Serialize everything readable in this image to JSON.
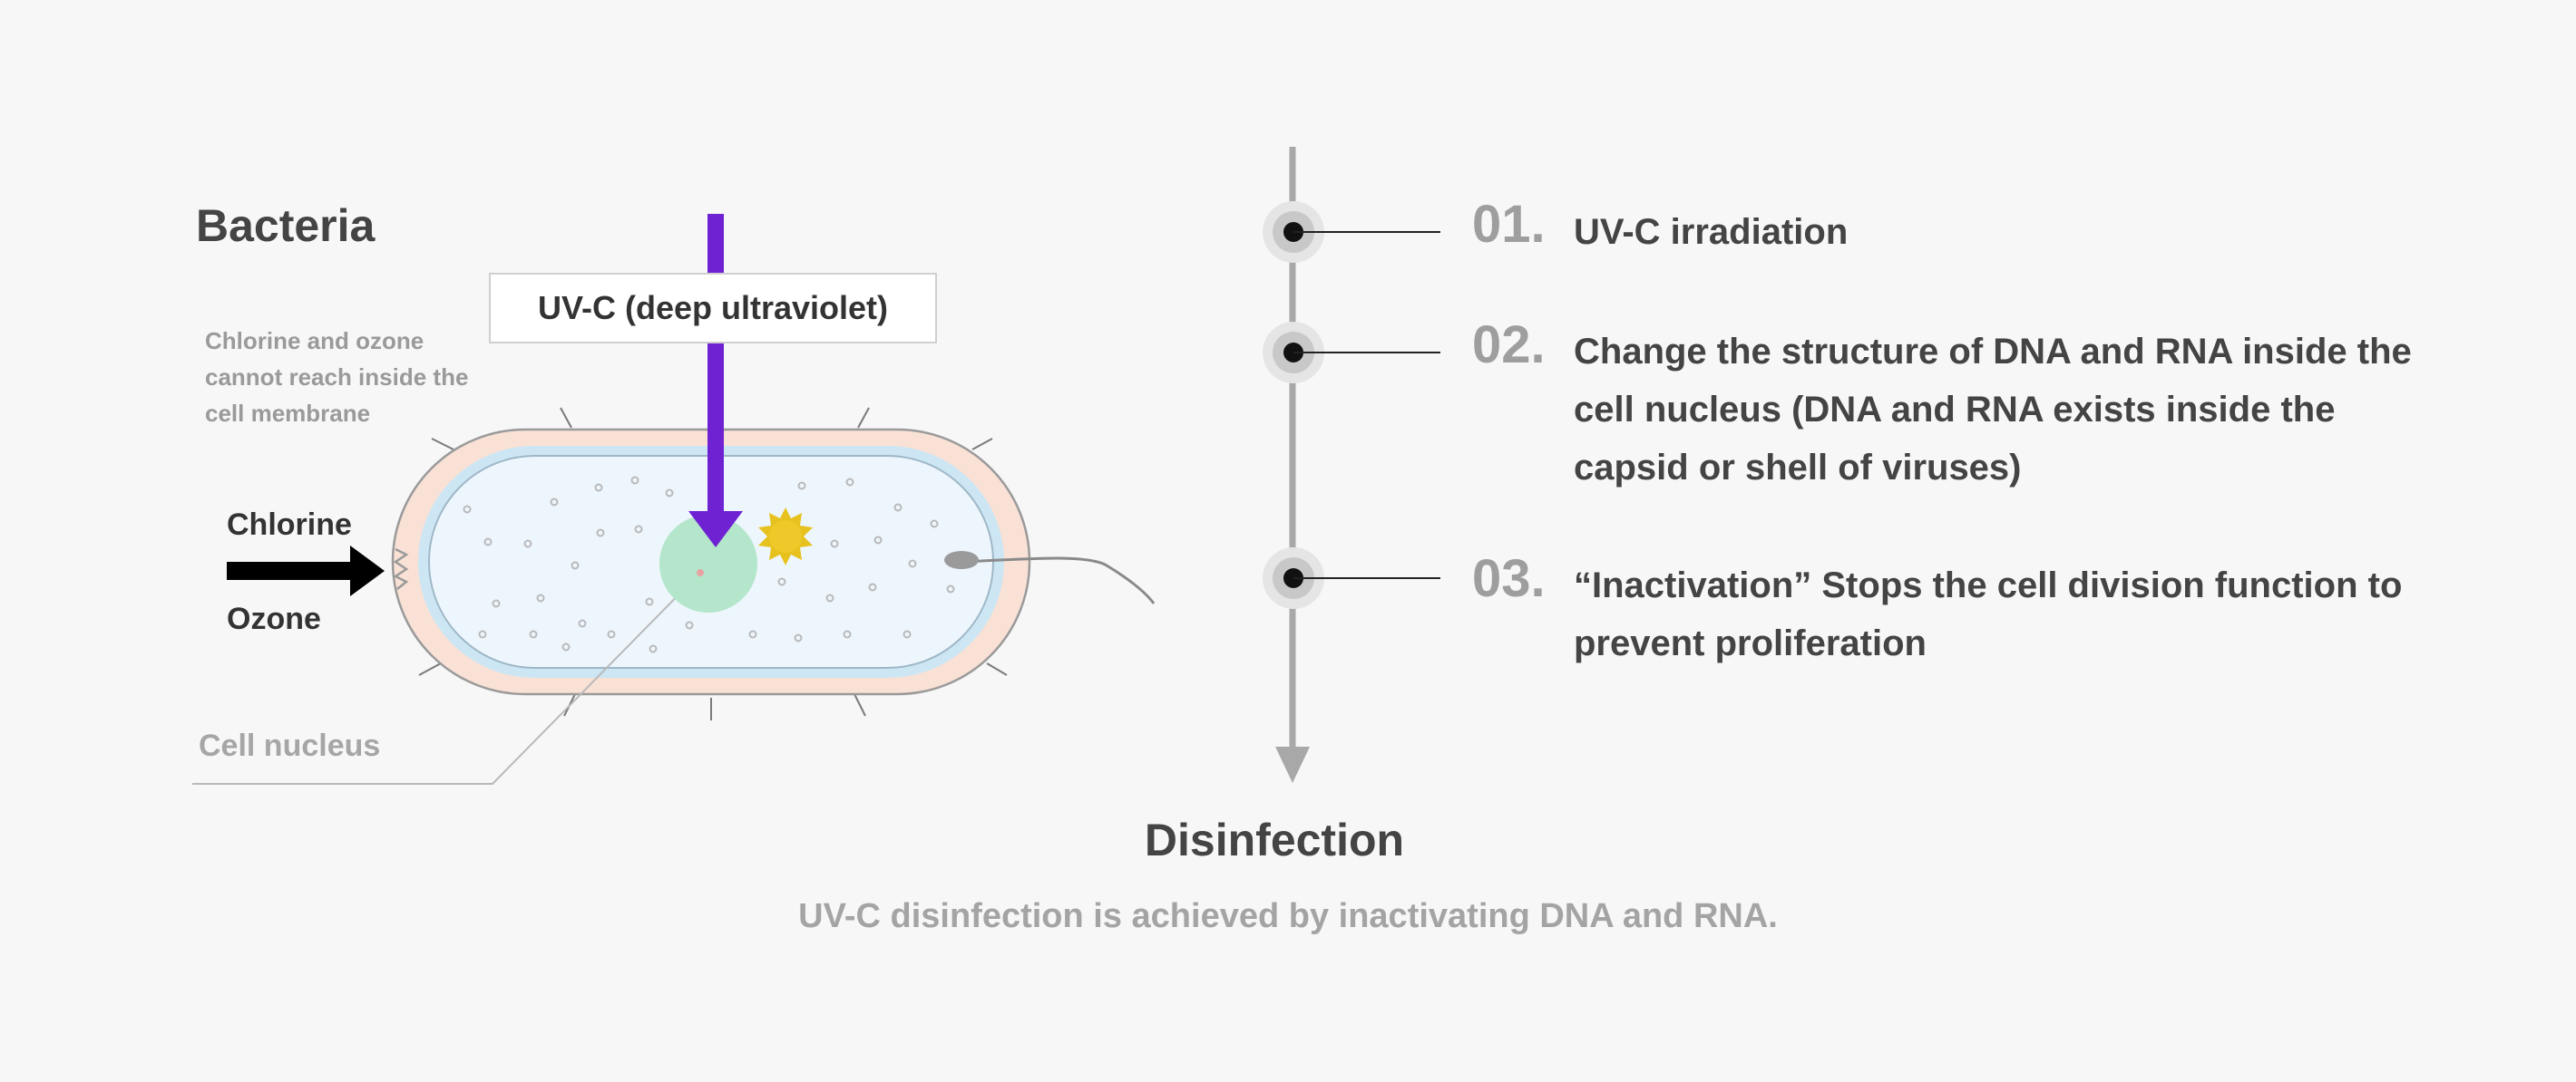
{
  "bacteria": {
    "title": "Bacteria",
    "membrane_note": "Chlorine and ozone cannot reach inside the cell membrane",
    "chlorine_label": "Chlorine",
    "ozone_label": "Ozone",
    "nucleus_label": "Cell nucleus",
    "uvc_label": "UV-C (deep ultraviolet)"
  },
  "steps": [
    {
      "number": "01.",
      "text": "UV-C irradiation"
    },
    {
      "number": "02.",
      "text": "Change the structure of DNA and RNA inside the cell nucleus (DNA and RNA exists inside the capsid or shell of viruses)"
    },
    {
      "number": "03.",
      "text": "“Inactivation” Stops the cell division function to prevent proliferation"
    }
  ],
  "summary": {
    "title": "Disinfection",
    "caption": "UV-C disinfection is achieved by inactivating DNA and RNA."
  },
  "colors": {
    "background": "#f7f7f7",
    "uv_arrow": "#6f22d2",
    "cell_outer": "#f9e1d6",
    "cell_membrane": "#cde6f4",
    "cell_inner": "#eef6fd",
    "nucleus": "#b4e6cb",
    "starburst": "#e7c21f",
    "timeline": "#a8a8a8"
  },
  "icons": {
    "uv_arrow": "down-arrow-icon",
    "chemical_arrow": "right-arrow-icon",
    "timeline_marker": "target-dot-icon"
  }
}
